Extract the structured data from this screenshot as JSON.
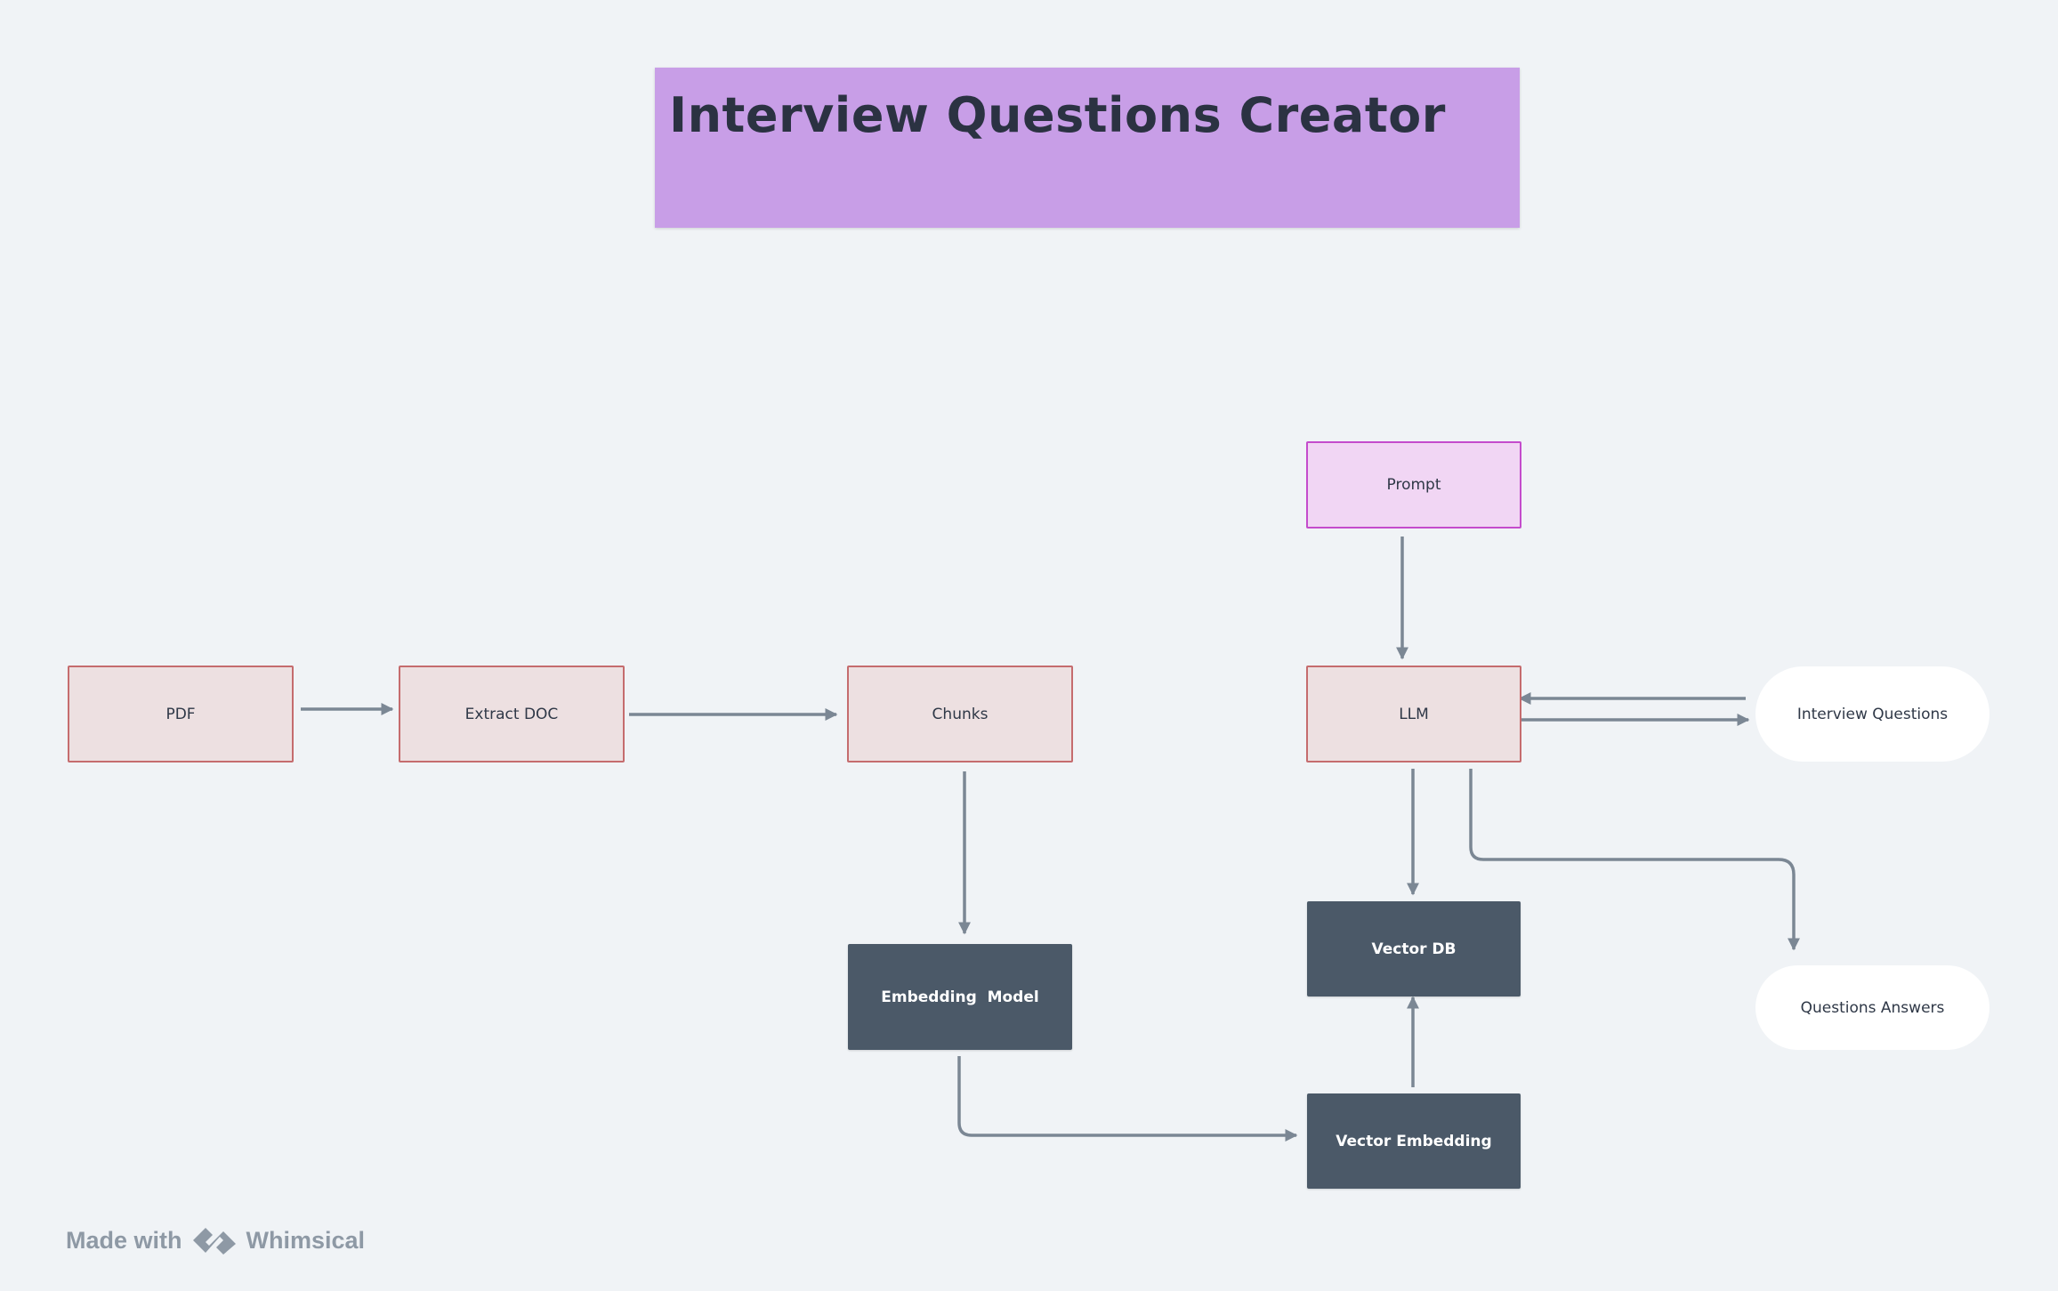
{
  "title": "Interview Questions Creator",
  "nodes": {
    "pdf": "PDF",
    "extract_doc": "Extract DOC",
    "chunks": "Chunks",
    "prompt": "Prompt",
    "llm": "LLM",
    "interview_questions": "Interview Questions",
    "embedding_model": "Embedding  Model",
    "vector_db": "Vector DB",
    "vector_embedding": "Vector Embedding",
    "questions_answers": "Questions Answers"
  },
  "watermark": {
    "made_with": "Made with",
    "brand": "Whimsical"
  },
  "colors": {
    "background": "#f0f3f6",
    "title_card": "#c89ee7",
    "light_node_fill": "#ede0e1",
    "light_node_border": "#c56c6e",
    "prompt_fill": "#f1d6f4",
    "prompt_border": "#c44ccc",
    "dark_node": "#4b5968",
    "edge": "#7b8794"
  },
  "icons": {
    "watermark_logo": "whimsical-logo-icon"
  }
}
